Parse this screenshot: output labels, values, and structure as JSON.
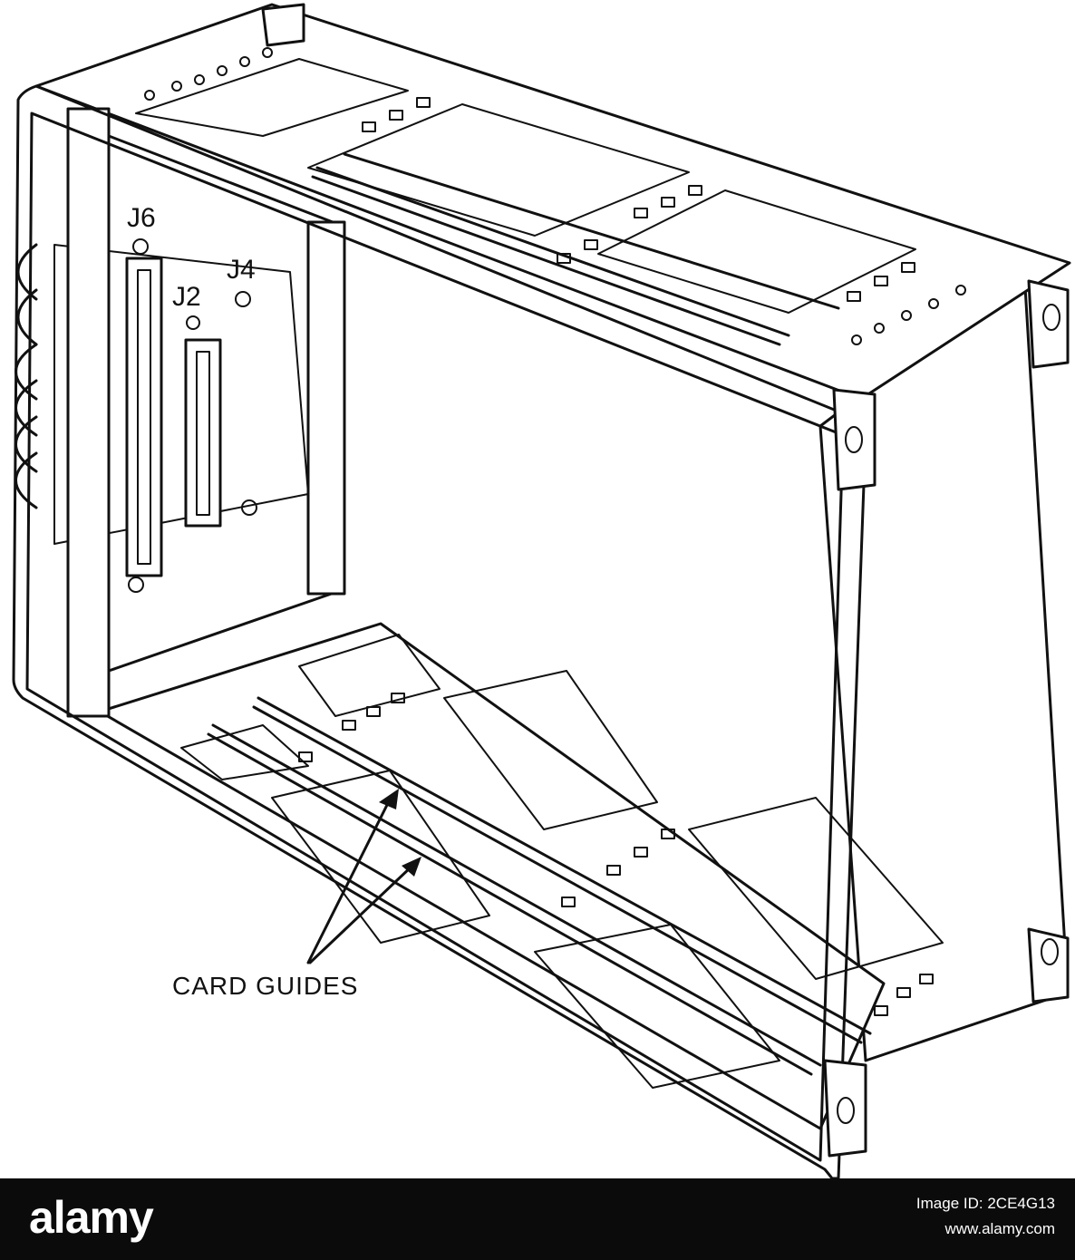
{
  "diagram": {
    "connector_labels": [
      "J6",
      "J2",
      "J4"
    ],
    "callout_label": "CARD GUIDES"
  },
  "footer": {
    "brand": "alamy",
    "image_id_label": "Image ID: 2CE4G13",
    "site": "www.alamy.com"
  },
  "colors": {
    "footer_bg": "#0b0b0c",
    "ink": "#111111"
  }
}
